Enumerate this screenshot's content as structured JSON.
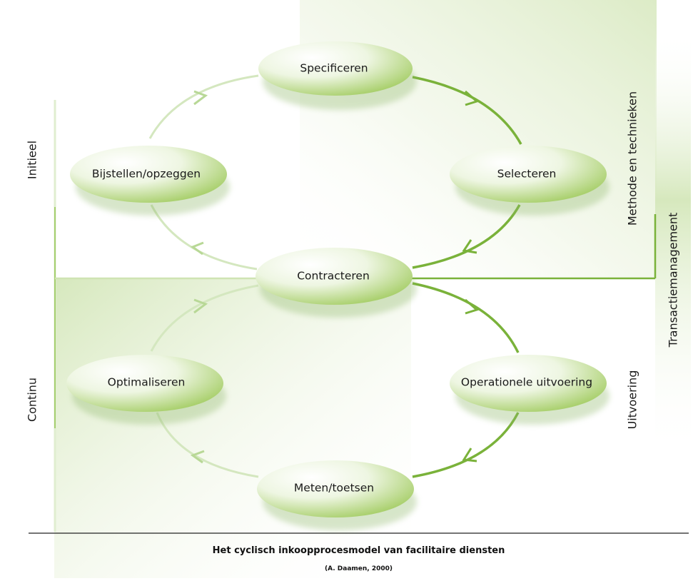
{
  "nodes": {
    "specificeren": "Specificeren",
    "selecteren": "Selecteren",
    "contracteren": "Contracteren",
    "bijstellen": "Bijstellen/opzeggen",
    "optimaliseren": "Optimaliseren",
    "operationele": "Operationele uitvoering",
    "meten": "Meten/toetsen"
  },
  "side_labels": {
    "initieel": "Initieel",
    "continu": "Continu",
    "methode": "Methode en technieken",
    "uitvoering": "Uitvoering",
    "transactie": "Transactiemanagement"
  },
  "caption": {
    "title": "Het cyclisch inkoopprocesmodel van facilitaire diensten",
    "source": "(A. Daamen, 2000)"
  },
  "colors": {
    "accent": "#7ab23a",
    "accent_light": "#c7dea6",
    "ellipse_light": "#f6fbef",
    "ellipse_dark": "#a9d06b"
  }
}
